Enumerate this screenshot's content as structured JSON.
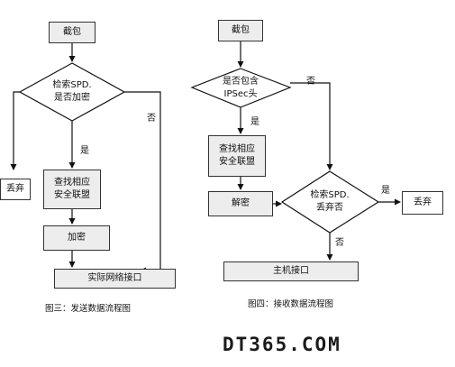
{
  "figure3": {
    "start": "截包",
    "decision_line1": "检索SPD.",
    "decision_line2": "是否加密",
    "yes_label": "是",
    "no_label": "否",
    "discard": "丢弃",
    "sa_line1": "查找相应",
    "sa_line2": "安全联盟",
    "encrypt": "加密",
    "interface": "实际网络接口",
    "caption": "图三：发送数据流程图"
  },
  "figure4": {
    "start": "截包",
    "decision1_line1": "是否包含",
    "decision1_line2": "IPSec头",
    "yes_label": "是",
    "no_label1": "否",
    "sa_line1": "查找相应",
    "sa_line2": "安全联盟",
    "decrypt": "解密",
    "decision2_line1": "检索SPD.",
    "decision2_line2": "丢弃否",
    "yes_label2": "是",
    "no_label2": "否",
    "discard": "丢弃",
    "interface": "主机接口",
    "caption": "图四：接收数据流程图"
  },
  "watermark": "DT365.COM"
}
